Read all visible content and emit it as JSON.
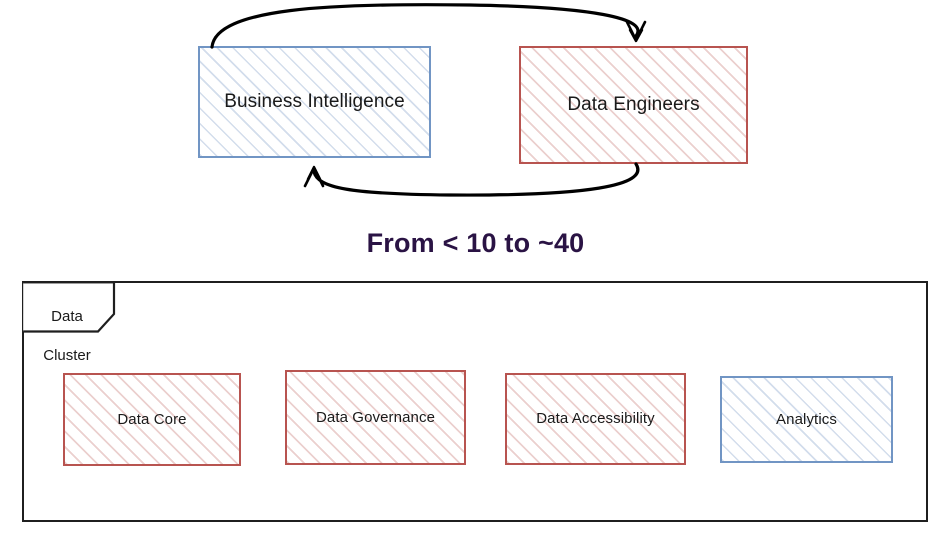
{
  "diagram": {
    "title_text": "From < 10 to ~40",
    "title_color": "#2a1344",
    "background": "#ffffff"
  },
  "top_row": {
    "nodes": [
      {
        "id": "business-intelligence",
        "label": "Business Intelligence",
        "theme": "blue",
        "border_color": "#6c8ebf",
        "fill": "#ffffff"
      },
      {
        "id": "data-engineers",
        "label": "Data Engineers",
        "theme": "red",
        "border_color": "#b85450",
        "fill": "#ffffff"
      }
    ],
    "connectors": [
      {
        "id": "bi-to-de",
        "from": "business-intelligence",
        "to": "data-engineers",
        "style": "curved",
        "direction": "top",
        "arrowhead": "open"
      },
      {
        "id": "de-to-bi",
        "from": "data-engineers",
        "to": "business-intelligence",
        "style": "curved",
        "direction": "bottom",
        "arrowhead": "open"
      }
    ]
  },
  "cluster": {
    "label": "Data\nCluster",
    "label_line1": "Data",
    "label_line2": "Cluster",
    "border_color": "#1f1f1f",
    "children": [
      {
        "id": "data-core",
        "label": "Data Core",
        "theme": "red",
        "border_color": "#b85450"
      },
      {
        "id": "data-governance",
        "label": "Data Governance",
        "theme": "red",
        "border_color": "#b85450"
      },
      {
        "id": "data-accessibility",
        "label": "Data Accessibility",
        "theme": "red",
        "border_color": "#b85450"
      },
      {
        "id": "analytics",
        "label": "Analytics",
        "theme": "blue",
        "border_color": "#6c8ebf"
      }
    ]
  }
}
